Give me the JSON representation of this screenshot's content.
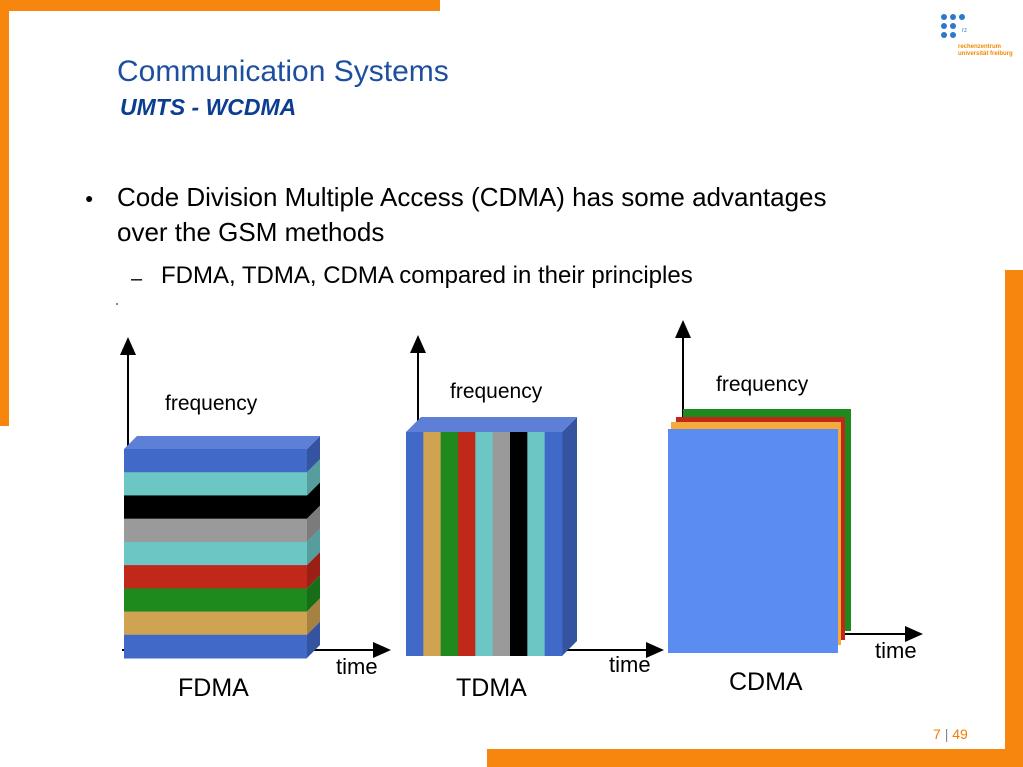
{
  "slide": {
    "title": "Communication Systems",
    "subtitle": "UMTS - WCDMA",
    "logo": {
      "icon": "dots-icon",
      "short": "rz",
      "name_line1": "rechenzentrum",
      "name_line2": "universität freiburg"
    },
    "bullets": [
      {
        "text": "Code Division Multiple Access (CDMA) has some advantages over the GSM methods",
        "sub": [
          "FDMA, TDMA, CDMA compared in their principles"
        ]
      }
    ],
    "page": {
      "current": "7",
      "separator": "|",
      "total": "49"
    }
  },
  "diagram": {
    "axis_y_label": "frequency",
    "axis_x_label": "time",
    "panels": [
      {
        "name": "FDMA",
        "stripes": [
          "#4169c8",
          "#6cc6c4",
          "#000000",
          "#9a9a9a",
          "#6cc6c4",
          "#c0281a",
          "#1e8a1e",
          "#cfa352",
          "#4169c8"
        ]
      },
      {
        "name": "TDMA",
        "stripes": [
          "#4169c8",
          "#cfa352",
          "#1e8a1e",
          "#c0281a",
          "#6cc6c4",
          "#9a9a9a",
          "#000000",
          "#6cc6c4",
          "#4169c8"
        ]
      },
      {
        "name": "CDMA",
        "layers": [
          "#5b8cf0",
          "#f7a93a",
          "#1e8a1e"
        ]
      }
    ]
  }
}
